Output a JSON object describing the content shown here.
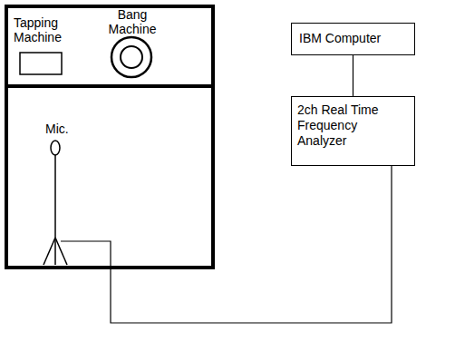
{
  "diagram": {
    "nodes": [
      {
        "text": [
          "IBM Computer"
        ]
      },
      {
        "text": [
          "2ch Real Time Frequency Analyzer"
        ]
      }
    ],
    "edges": [
      {
        "from": 0,
        "to": 1,
        "arrow": "none"
      }
    ],
    "labels": [
      "Tapping Machine",
      "Bang Machine",
      "Mic."
    ]
  }
}
